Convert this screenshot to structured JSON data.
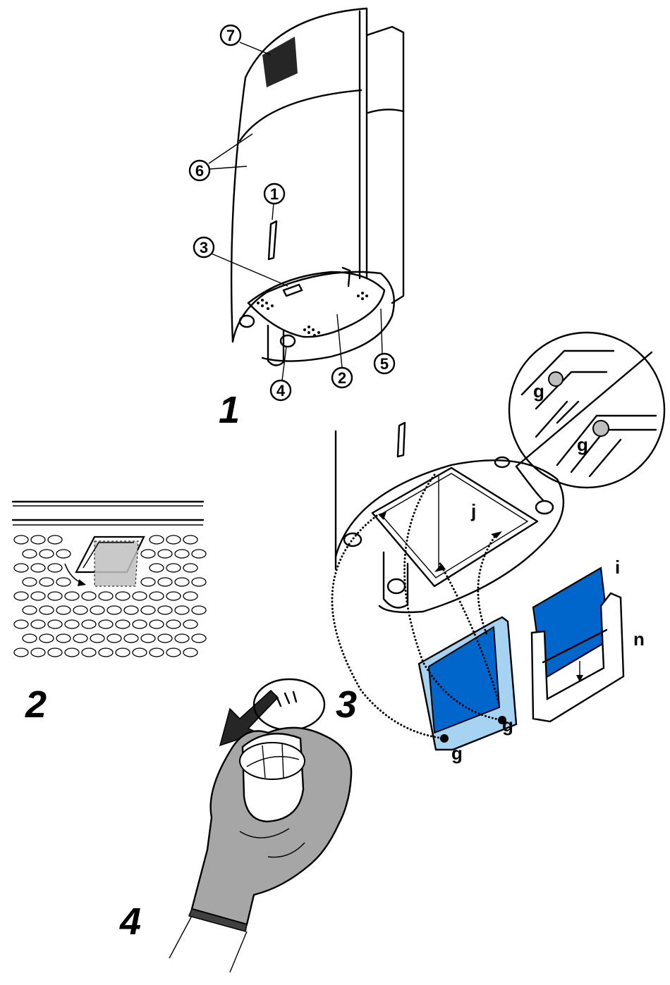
{
  "figure_1": {
    "step": "1",
    "callouts": [
      "1",
      "2",
      "3",
      "4",
      "5",
      "6",
      "7"
    ]
  },
  "figure_2": {
    "step": "2"
  },
  "figure_3": {
    "step": "3",
    "labels": {
      "g": "g",
      "i": "i",
      "j": "j",
      "n": "n"
    }
  },
  "figure_4": {
    "step": "4"
  },
  "colors": {
    "filter_blue": "#0066cc",
    "frame_light_blue": "#a6d3f2",
    "glove_gray": "#a6a6a6",
    "latch_gray": "#bfbfbf"
  }
}
